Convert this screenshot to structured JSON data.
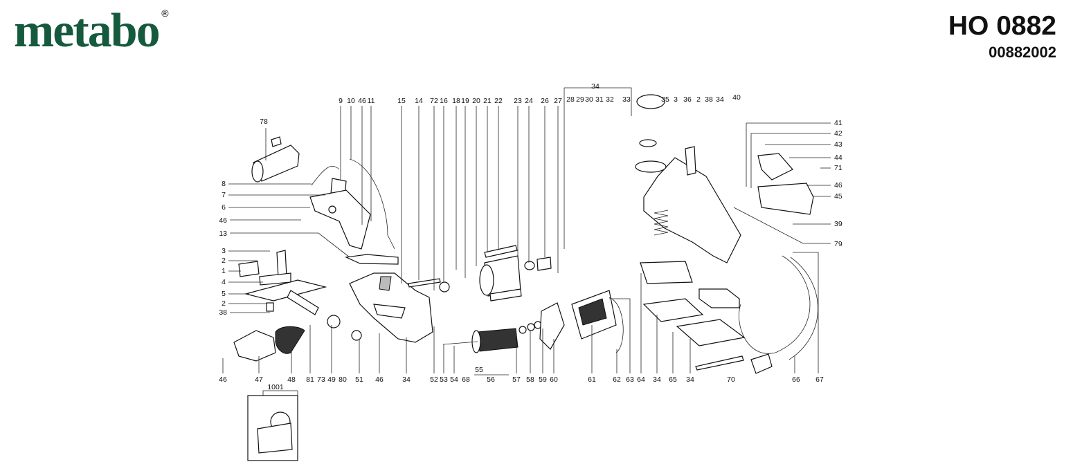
{
  "brand": {
    "name": "metabo",
    "registered_mark": "®",
    "color": "#155a3c"
  },
  "header": {
    "model": "HO 0882",
    "part_number": "00882002"
  },
  "callouts": [
    {
      "id": "c34top",
      "text": "34"
    },
    {
      "id": "c9",
      "text": "9"
    },
    {
      "id": "c10",
      "text": "10"
    },
    {
      "id": "c46a",
      "text": "46"
    },
    {
      "id": "c11",
      "text": "11"
    },
    {
      "id": "c15",
      "text": "15"
    },
    {
      "id": "c14",
      "text": "14"
    },
    {
      "id": "c72",
      "text": "72"
    },
    {
      "id": "c16",
      "text": "16"
    },
    {
      "id": "c18",
      "text": "18"
    },
    {
      "id": "c19",
      "text": "19"
    },
    {
      "id": "c20",
      "text": "20"
    },
    {
      "id": "c21",
      "text": "21"
    },
    {
      "id": "c22",
      "text": "22"
    },
    {
      "id": "c23",
      "text": "23"
    },
    {
      "id": "c24",
      "text": "24"
    },
    {
      "id": "c26",
      "text": "26"
    },
    {
      "id": "c27",
      "text": "27"
    },
    {
      "id": "c28",
      "text": "28"
    },
    {
      "id": "c29",
      "text": "29"
    },
    {
      "id": "c30",
      "text": "30"
    },
    {
      "id": "c31",
      "text": "31"
    },
    {
      "id": "c32",
      "text": "32"
    },
    {
      "id": "c33",
      "text": "33"
    },
    {
      "id": "c35",
      "text": "35"
    },
    {
      "id": "c3r",
      "text": "3"
    },
    {
      "id": "c36",
      "text": "36"
    },
    {
      "id": "c2r",
      "text": "2"
    },
    {
      "id": "c38r",
      "text": "38"
    },
    {
      "id": "c34r",
      "text": "34"
    },
    {
      "id": "c40",
      "text": "40"
    },
    {
      "id": "c78",
      "text": "78"
    },
    {
      "id": "c8",
      "text": "8"
    },
    {
      "id": "c7",
      "text": "7"
    },
    {
      "id": "c6",
      "text": "6"
    },
    {
      "id": "c46b",
      "text": "46"
    },
    {
      "id": "c13",
      "text": "13"
    },
    {
      "id": "c3l",
      "text": "3"
    },
    {
      "id": "c2l",
      "text": "2"
    },
    {
      "id": "c1",
      "text": "1"
    },
    {
      "id": "c4",
      "text": "4"
    },
    {
      "id": "c5",
      "text": "5"
    },
    {
      "id": "c2l2",
      "text": "2"
    },
    {
      "id": "c38l",
      "text": "38"
    },
    {
      "id": "c41",
      "text": "41"
    },
    {
      "id": "c42",
      "text": "42"
    },
    {
      "id": "c43",
      "text": "43"
    },
    {
      "id": "c44",
      "text": "44"
    },
    {
      "id": "c71",
      "text": "71"
    },
    {
      "id": "c46r",
      "text": "46"
    },
    {
      "id": "c45",
      "text": "45"
    },
    {
      "id": "c39",
      "text": "39"
    },
    {
      "id": "c79",
      "text": "79"
    },
    {
      "id": "c46c",
      "text": "46"
    },
    {
      "id": "c47",
      "text": "47"
    },
    {
      "id": "c48",
      "text": "48"
    },
    {
      "id": "c81",
      "text": "81"
    },
    {
      "id": "c49",
      "text": "49"
    },
    {
      "id": "c73",
      "text": "73"
    },
    {
      "id": "c80",
      "text": "80"
    },
    {
      "id": "c51",
      "text": "51"
    },
    {
      "id": "c46d",
      "text": "46"
    },
    {
      "id": "c34b",
      "text": "34"
    },
    {
      "id": "c52",
      "text": "52"
    },
    {
      "id": "c53",
      "text": "53"
    },
    {
      "id": "c54",
      "text": "54"
    },
    {
      "id": "c68",
      "text": "68"
    },
    {
      "id": "c55",
      "text": "55"
    },
    {
      "id": "c56",
      "text": "56"
    },
    {
      "id": "c57",
      "text": "57"
    },
    {
      "id": "c58",
      "text": "58"
    },
    {
      "id": "c59",
      "text": "59"
    },
    {
      "id": "c60",
      "text": "60"
    },
    {
      "id": "c61",
      "text": "61"
    },
    {
      "id": "c62",
      "text": "62"
    },
    {
      "id": "c63",
      "text": "63"
    },
    {
      "id": "c64",
      "text": "64"
    },
    {
      "id": "c34c",
      "text": "34"
    },
    {
      "id": "c65",
      "text": "65"
    },
    {
      "id": "c34d",
      "text": "34"
    },
    {
      "id": "c70",
      "text": "70"
    },
    {
      "id": "c66",
      "text": "66"
    },
    {
      "id": "c67",
      "text": "67"
    },
    {
      "id": "c1001",
      "text": "1001"
    }
  ]
}
